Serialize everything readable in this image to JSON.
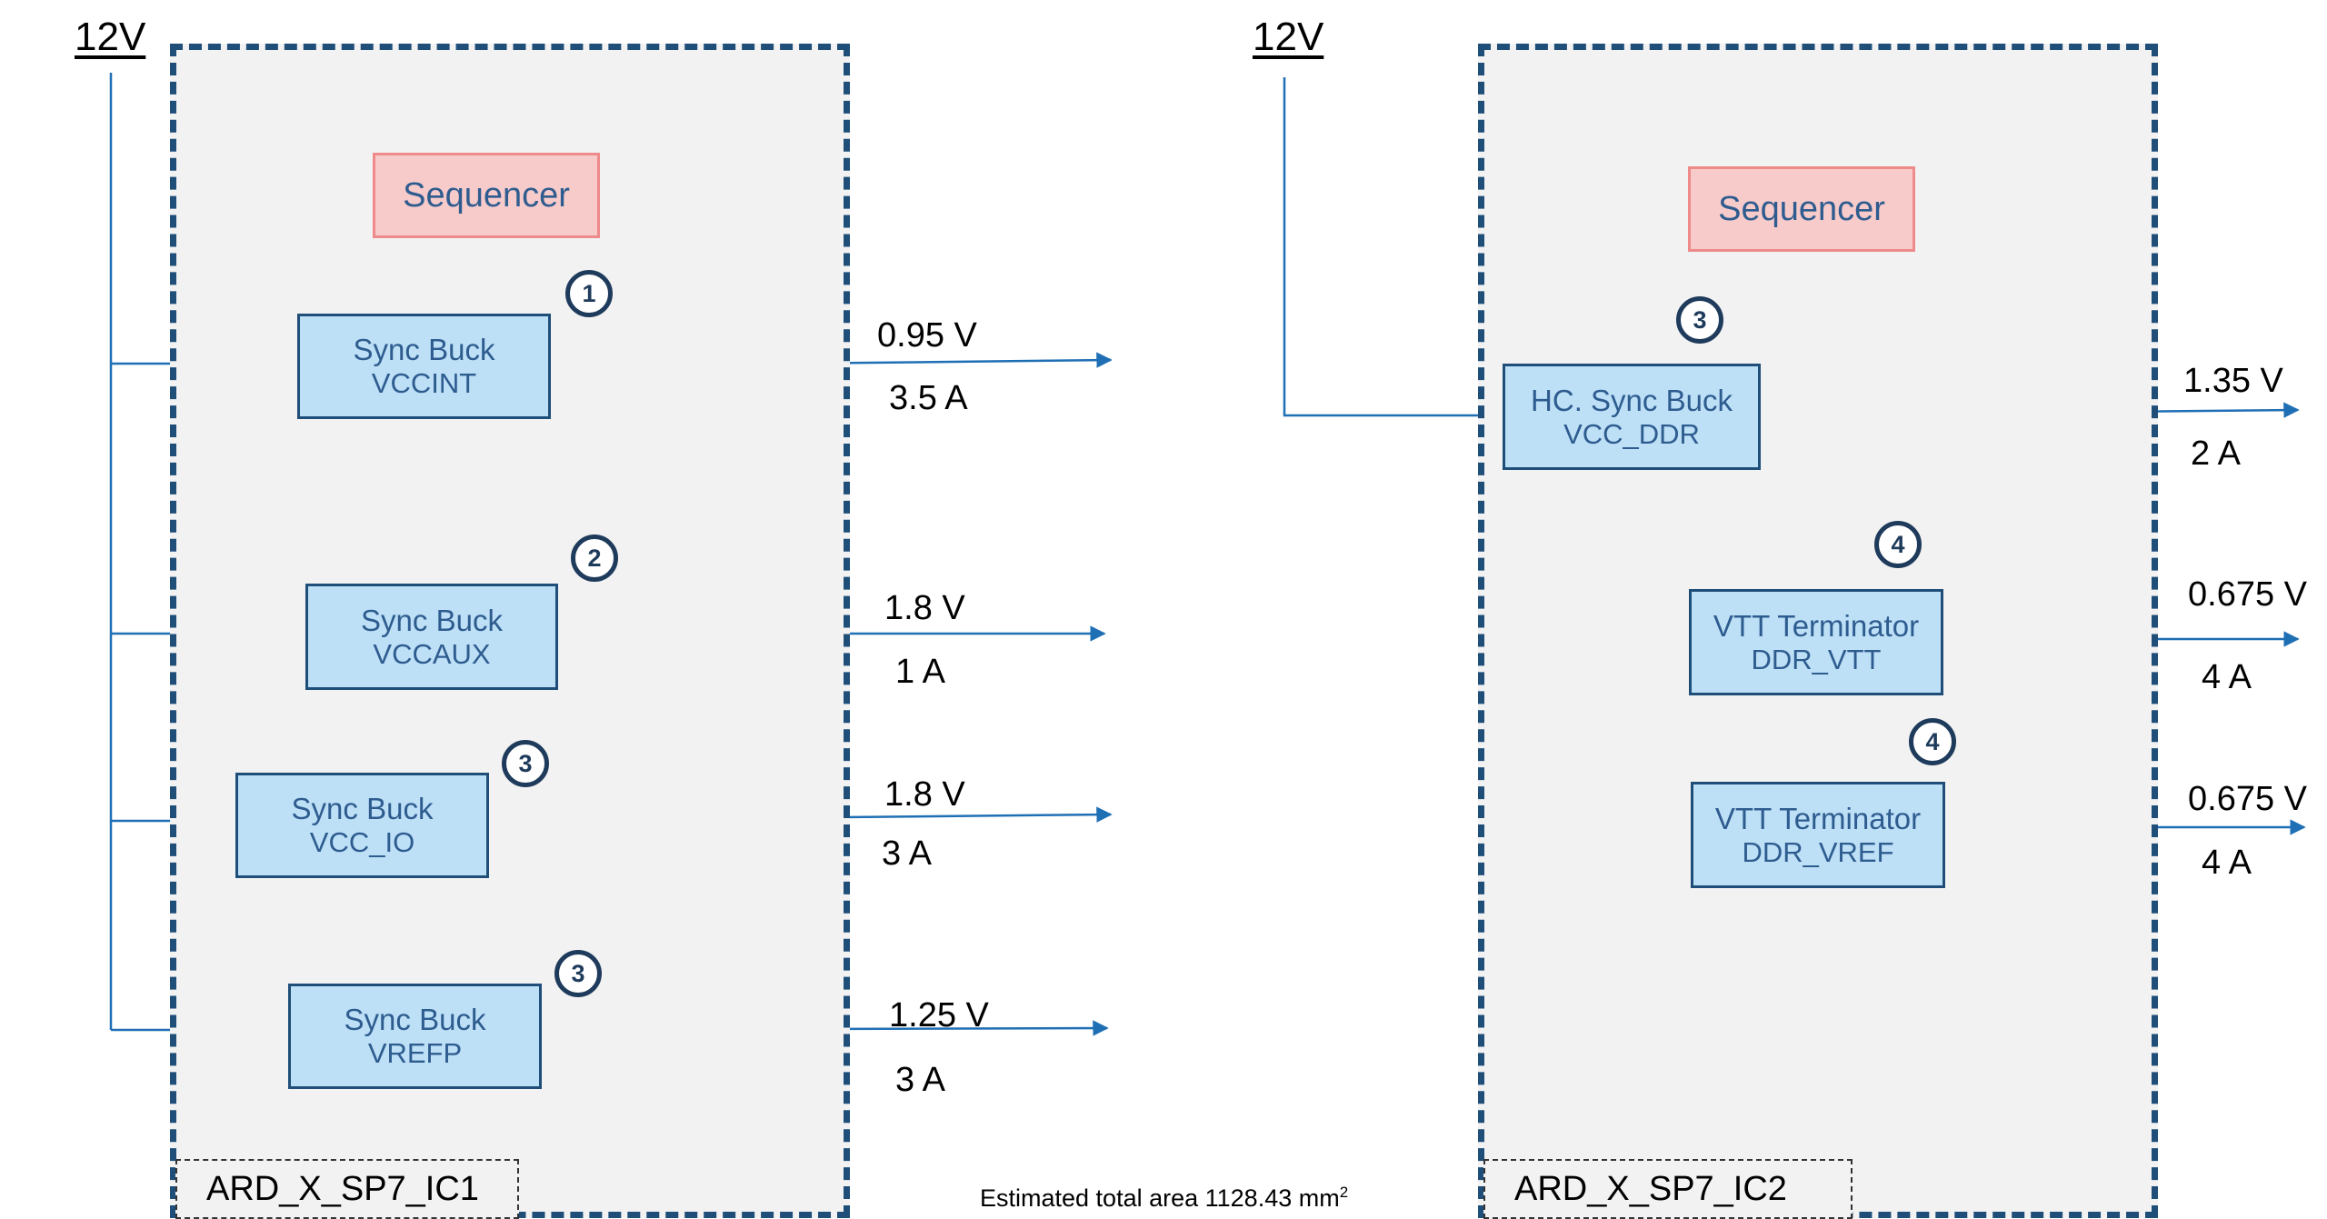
{
  "ic1": {
    "supply": "12V",
    "sequencer": "Sequencer",
    "name": "ARD_X_SP7_IC1",
    "rails": [
      {
        "block_title": "Sync Buck",
        "rail": "VCCINT",
        "sequence": "1",
        "voltage": "0.95 V",
        "current": "3.5 A"
      },
      {
        "block_title": "Sync Buck",
        "rail": "VCCAUX",
        "sequence": "2",
        "voltage": "1.8 V",
        "current": "1 A"
      },
      {
        "block_title": "Sync Buck",
        "rail": "VCC_IO",
        "sequence": "3",
        "voltage": "1.8 V",
        "current": "3 A"
      },
      {
        "block_title": "Sync Buck",
        "rail": "VREFP",
        "sequence": "3",
        "voltage": "1.25 V",
        "current": "3 A"
      }
    ]
  },
  "ic2": {
    "supply": "12V",
    "sequencer": "Sequencer",
    "name": "ARD_X_SP7_IC2",
    "rails": [
      {
        "block_title": "HC. Sync Buck",
        "rail": "VCC_DDR",
        "sequence": "3",
        "voltage": "1.35 V",
        "current": "2 A"
      },
      {
        "block_title": "VTT Terminator",
        "rail": "DDR_VTT",
        "sequence": "4",
        "voltage": "0.675 V",
        "current": "4 A"
      },
      {
        "block_title": "VTT Terminator",
        "rail": "DDR_VREF",
        "sequence": "4",
        "voltage": "0.675 V",
        "current": "4 A"
      }
    ]
  },
  "footer": {
    "area_text": "Estimated total area 1128.43 mm",
    "area_unit_sup": "2"
  },
  "colors": {
    "wire": "#1f6fb5",
    "box_border": "#1f4e79",
    "block_fill": "#bde0f7",
    "sequencer_fill": "#f8cbcb"
  }
}
